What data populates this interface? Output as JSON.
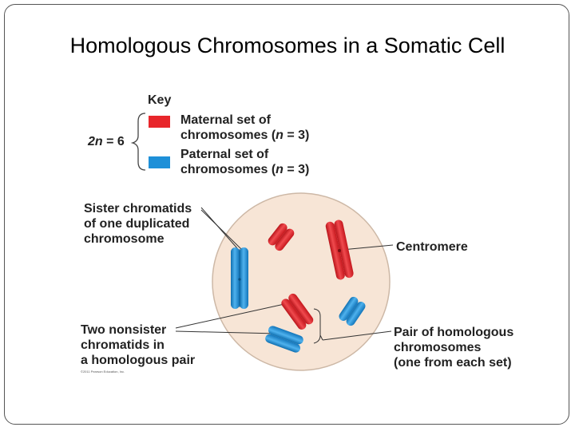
{
  "slide": {
    "title": "Homologous Chromosomes in a Somatic Cell"
  },
  "key": {
    "title": "Key",
    "ploidy_label": "2n = 6",
    "maternal": {
      "label_line1": "Maternal set of",
      "label_line2": "chromosomes (n = 3)",
      "color": "#e8262b"
    },
    "paternal": {
      "label_line1": "Paternal set of",
      "label_line2": "chromosomes (n = 3)",
      "color": "#1e90d8"
    }
  },
  "labels": {
    "sister_chromatids": [
      "Sister chromatids",
      "of one duplicated",
      "chromosome"
    ],
    "centromere": "Centromere",
    "nonsister_chromatids": [
      "Two nonsister",
      "chromatids in",
      "a homologous pair"
    ],
    "homologous_pair": [
      "Pair of homologous",
      "chromosomes",
      "(one from each set)"
    ],
    "copyright": "©2011 Pearson Education, Inc."
  },
  "colors": {
    "cell_fill": "#f7e5d6",
    "cell_stroke": "#cdb8a6",
    "maternal": "#e8262b",
    "paternal": "#1e90d8"
  }
}
